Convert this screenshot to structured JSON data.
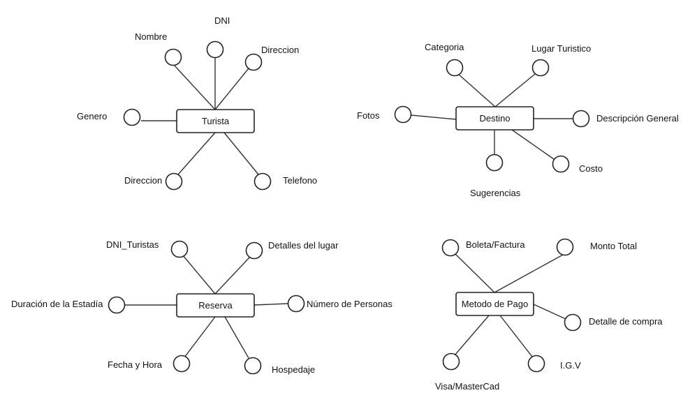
{
  "diagram": {
    "entities": [
      {
        "id": "turista",
        "label": "Turista",
        "attributes": [
          "Nombre",
          "DNI",
          "Direccion",
          "Genero",
          "Direccion",
          "Telefono"
        ]
      },
      {
        "id": "destino",
        "label": "Destino",
        "attributes": [
          "Categoria",
          "Lugar Turistico",
          "Fotos",
          "Descripción General",
          "Sugerencias",
          "Costo"
        ]
      },
      {
        "id": "reserva",
        "label": "Reserva",
        "attributes": [
          "DNI_Turistas",
          "Detalles del lugar",
          "Duración de la Estadía",
          "Número de Personas",
          "Fecha y Hora",
          "Hospedaje"
        ]
      },
      {
        "id": "metodo-de-pago",
        "label": "Metodo de Pago",
        "attributes": [
          "Boleta/Factura",
          "Monto Total",
          "Detalle de compra",
          "Visa/MasterCad",
          "I.G.V"
        ]
      }
    ]
  }
}
